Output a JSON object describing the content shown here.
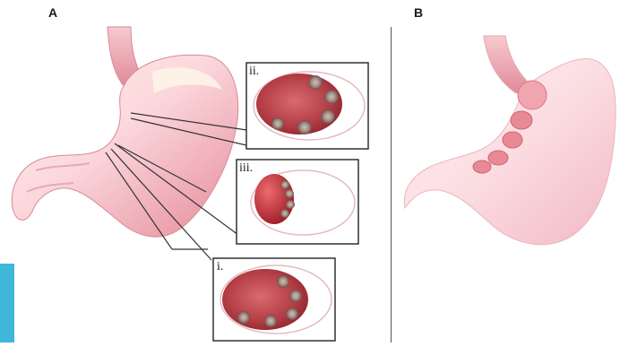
{
  "panels": {
    "a_letter": "A",
    "b_letter": "B"
  },
  "insets": {
    "ii": "ii.",
    "iii": "iii.",
    "i": "i."
  },
  "colors": {
    "stomach_light": "#fbe3e6",
    "stomach_mid": "#f3a9b4",
    "stomach_dark": "#d9667a",
    "mucosa": "#b8323f",
    "accent_tab": "#3fb7d9",
    "line": "#333333"
  }
}
